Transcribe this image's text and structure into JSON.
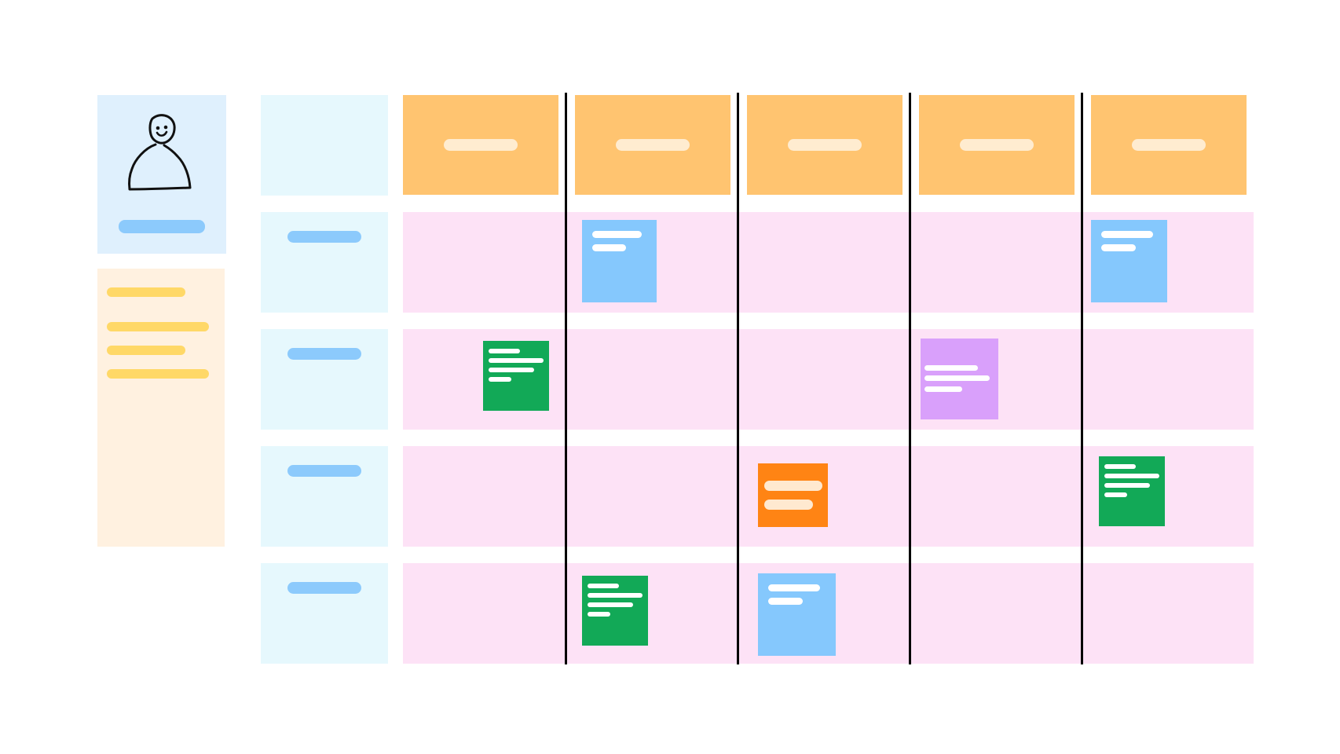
{
  "colors": {
    "background": "#ffffff",
    "persona_card": "#dff0fd",
    "persona_label_bar": "#8ccafc",
    "notes_panel": "#fff1e0",
    "notes_bar": "#ffd867",
    "row_header": "#e6f8fd",
    "row_header_bar": "#8ccafc",
    "column_header": "#ffc470",
    "column_header_bar": "#ffecd0",
    "lane": "#fde2f6",
    "divider": "#000000",
    "sticky_blue": "#85c8fd",
    "sticky_green": "#12a957",
    "sticky_purple": "#d9a0fb",
    "sticky_orange": "#ff8414",
    "sticky_line": "#ffffff"
  },
  "persona": {
    "icon": "person-icon"
  },
  "notes_panel": {
    "line_count": 4
  },
  "board": {
    "columns": 5,
    "rows": 4,
    "stickies": [
      {
        "row": 1,
        "col": 2,
        "color": "blue",
        "lines": 2
      },
      {
        "row": 1,
        "col": 5,
        "color": "blue",
        "lines": 2
      },
      {
        "row": 2,
        "col": 1,
        "color": "green",
        "lines": 4
      },
      {
        "row": 2,
        "col": 4,
        "color": "purple",
        "lines": 3
      },
      {
        "row": 3,
        "col": 3,
        "color": "orange",
        "lines": 2
      },
      {
        "row": 3,
        "col": 5,
        "color": "green",
        "lines": 4
      },
      {
        "row": 4,
        "col": 2,
        "color": "green",
        "lines": 4
      },
      {
        "row": 4,
        "col": 3,
        "color": "blue",
        "lines": 2
      }
    ]
  }
}
